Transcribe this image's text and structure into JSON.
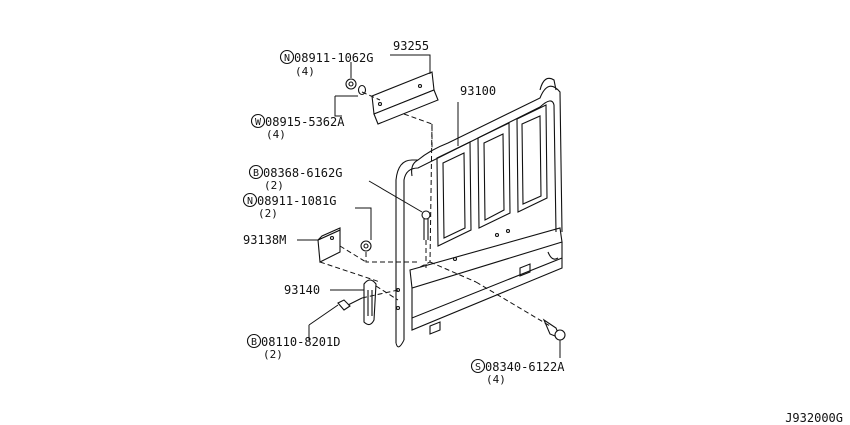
{
  "diagram_code": "J932000G",
  "callouts": [
    {
      "id": "c93255",
      "prefix": "",
      "text": "93255",
      "qty": ""
    },
    {
      "id": "cnut1",
      "prefix": "N",
      "text": "08911-1062G",
      "qty": "(4)"
    },
    {
      "id": "c93100",
      "prefix": "",
      "text": "93100",
      "qty": ""
    },
    {
      "id": "cwasher",
      "prefix": "W",
      "text": "08915-5362A",
      "qty": "(4)"
    },
    {
      "id": "cbolt1",
      "prefix": "B",
      "text": "08368-6162G",
      "qty": "(2)"
    },
    {
      "id": "cnut2",
      "prefix": "N",
      "text": "08911-1081G",
      "qty": "(2)"
    },
    {
      "id": "c93138",
      "prefix": "",
      "text": "93138M",
      "qty": ""
    },
    {
      "id": "c93140",
      "prefix": "",
      "text": "93140",
      "qty": ""
    },
    {
      "id": "cbolt2",
      "prefix": "B",
      "text": "08110-8201D",
      "qty": "(2)"
    },
    {
      "id": "cscrew",
      "prefix": "S",
      "text": "08340-6122A",
      "qty": "(4)"
    }
  ]
}
